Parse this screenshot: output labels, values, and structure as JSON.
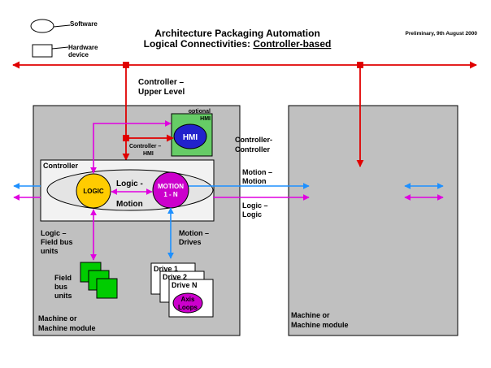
{
  "legend": {
    "software": "Software",
    "hardware_line1": "Hardware",
    "hardware_line2": "device"
  },
  "header": {
    "title_line1": "Architecture Packaging Automation",
    "title_line2_prefix": "Logical Connectivities: ",
    "title_line2_underlined": "Controller-based",
    "date": "Preliminary, 9th August 2000"
  },
  "labels": {
    "upper_level_1": "Controller –",
    "upper_level_2": "Upper Level",
    "optional_1": "optional",
    "optional_2": "HMI",
    "hmi": "HMI",
    "controller_hmi_1": "Controller –",
    "controller_hmi_2": "HMI",
    "controller_controller_1": "Controller-",
    "controller_controller_2": "Controller",
    "controller": "Controller",
    "logic": "LOGIC",
    "motion_1": "MOTION",
    "motion_2": "1 - N",
    "logic_motion_1": "Logic -",
    "logic_motion_2": "Motion",
    "motion_motion_1": "Motion –",
    "motion_motion_2": "Motion",
    "logic_logic_1": "Logic –",
    "logic_logic_2": "Logic",
    "logic_field_1": "Logic –",
    "logic_field_2": "Field bus",
    "logic_field_3": "units",
    "field_bus_1": "Field",
    "field_bus_2": "bus",
    "field_bus_3": "units",
    "motion_drives_1": "Motion –",
    "motion_drives_2": "Drives",
    "drive_1": "Drive 1",
    "drive_2": "Drive 2",
    "drive_n": "Drive N",
    "axis_1": "Axis",
    "axis_2": "Loops",
    "machine_left_1": "Machine or",
    "machine_left_2": "Machine module",
    "machine_right_1": "Machine or",
    "machine_right_2": "Machine module"
  },
  "colors": {
    "bus_red": "#e00000",
    "magenta": "#e000e0",
    "blue": "#1e90ff",
    "machine_gray": "#c0c0c0",
    "hmi_green": "#66cc66",
    "hmi_blue": "#2222cc",
    "logic_yellow": "#ffcc00",
    "motion_purple": "#cc00cc",
    "field_green": "#00cc00"
  }
}
